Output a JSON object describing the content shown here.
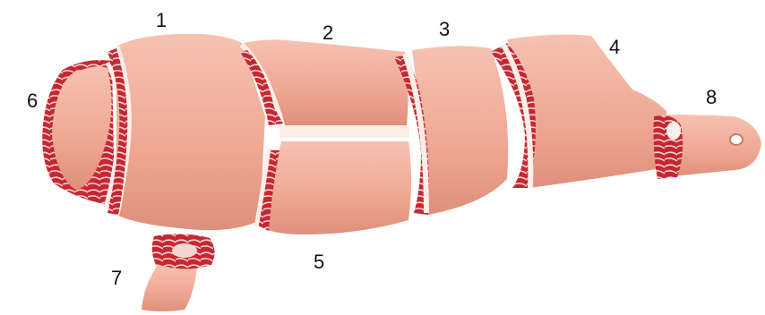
{
  "labels": {
    "l1": "1",
    "l2": "2",
    "l3": "3",
    "l4": "4",
    "l5": "5",
    "l6": "6",
    "l7": "7",
    "l8": "8"
  },
  "colors": {
    "skin": "#f2b09c",
    "skin_shade": "#e39a86",
    "meat_dark": "#b0202c",
    "meat_mid": "#d23a44",
    "fat": "#fbeee8",
    "bone": "#f6f1ea"
  }
}
